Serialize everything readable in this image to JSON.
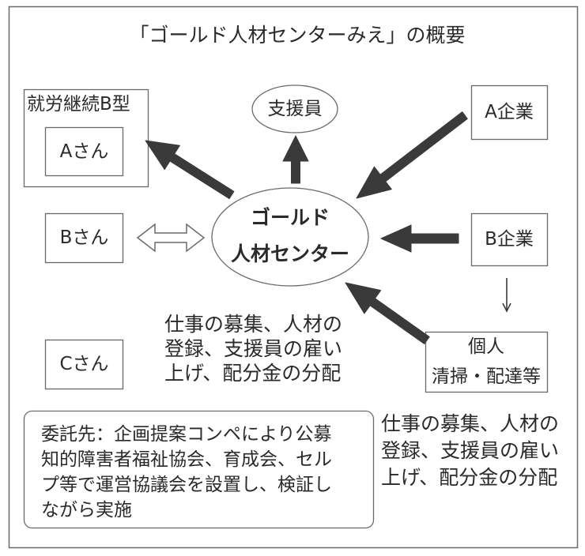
{
  "title": "「ゴールド人材センターみえ」の概要",
  "colors": {
    "arrow": "#3a3a3a",
    "line": "#6a6a6a"
  },
  "nodes": {
    "type_b_group": {
      "label": "就労継続B型"
    },
    "person_a": {
      "label": "Aさん"
    },
    "supporter": {
      "label": "支援員"
    },
    "company_a": {
      "label": "A企業"
    },
    "person_b": {
      "label": "Bさん"
    },
    "center": {
      "lines": [
        "ゴールド",
        "人材センター"
      ]
    },
    "company_b": {
      "label": "B企業"
    },
    "individual": {
      "lines": [
        "個人",
        "清掃・配達等"
      ]
    },
    "person_c": {
      "label": "Cさん"
    }
  },
  "notes": {
    "center_role": {
      "lines": [
        "仕事の募集、人材の",
        "登録、支援員の雇い",
        "上げ、配分金の分配"
      ]
    },
    "company_role": {
      "lines": [
        "仕事の募集、人材の",
        "登録、支援員の雇い",
        "上げ、配分金の分配"
      ]
    },
    "commission": {
      "lines": [
        "委託先：企画提案コンペにより公募",
        "知的障害者福祉協会、育成会、セル",
        "プ等で運営協議会を設置し、検証し",
        "ながら実施"
      ]
    }
  }
}
